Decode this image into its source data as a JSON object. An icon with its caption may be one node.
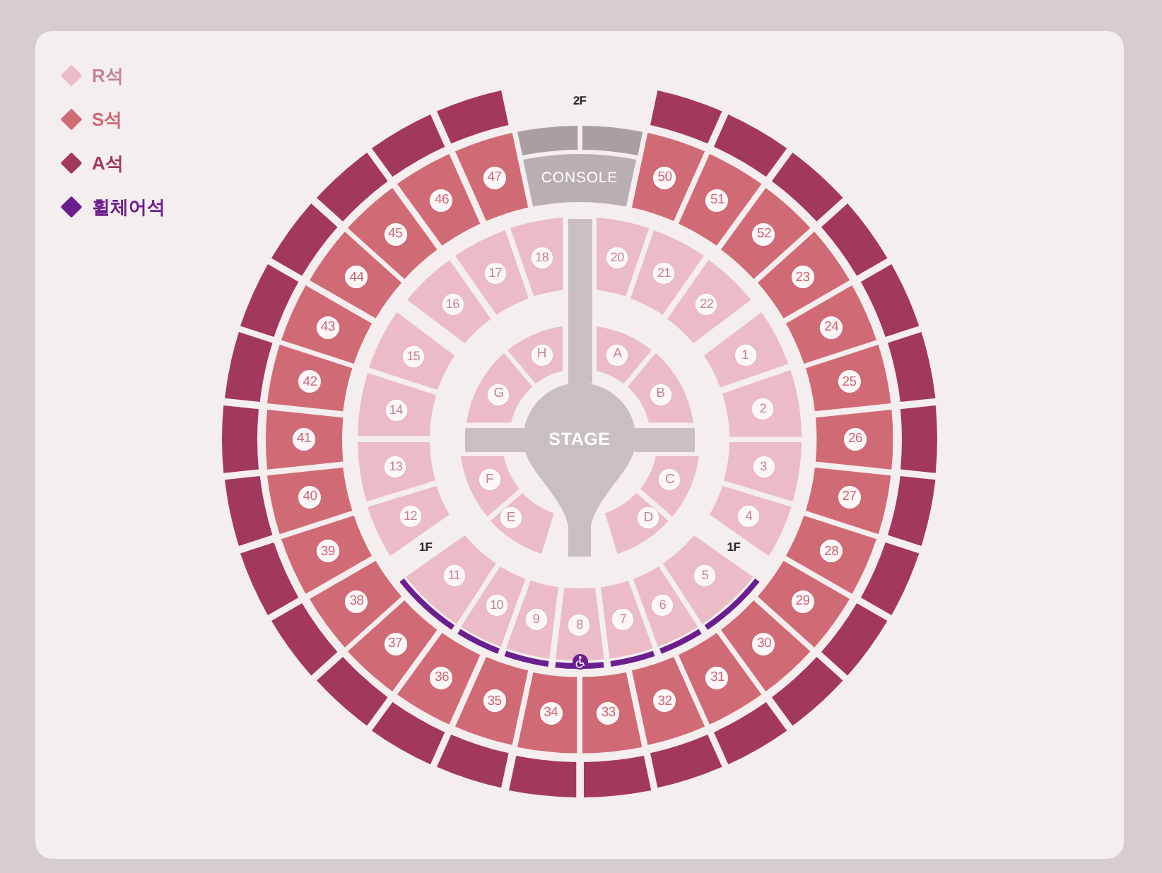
{
  "diagram": {
    "nodes": [
      {
        "text": [],
        "shape": "box"
      },
      {
        "text": [],
        "shape": "box"
      },
      {
        "text": [
          "CONSOLE"
        ]
      },
      {
        "text": [
          "23"
        ]
      },
      {
        "text": [
          "24"
        ]
      },
      {
        "text": [
          "25"
        ]
      },
      {
        "text": [
          "26"
        ]
      },
      {
        "text": [
          "27"
        ]
      },
      {
        "text": [
          "28"
        ]
      },
      {
        "text": [
          "29"
        ]
      },
      {
        "text": [
          "30"
        ]
      },
      {
        "text": [
          "31"
        ]
      },
      {
        "text": [
          "32"
        ]
      },
      {
        "text": [
          "33"
        ]
      },
      {
        "text": [
          "34"
        ]
      },
      {
        "text": [
          "35"
        ]
      },
      {
        "text": [
          "36"
        ]
      },
      {
        "text": [
          "37"
        ]
      },
      {
        "text": [
          "38"
        ]
      },
      {
        "text": [
          "39"
        ]
      },
      {
        "text": [
          "40"
        ]
      },
      {
        "text": [
          "41"
        ]
      },
      {
        "text": [
          "42"
        ]
      },
      {
        "text": [
          "43"
        ]
      },
      {
        "text": [
          "44"
        ]
      },
      {
        "text": [
          "45"
        ]
      },
      {
        "text": [
          "46"
        ]
      },
      {
        "text": [
          "47"
        ]
      },
      {
        "text": [
          "50"
        ]
      },
      {
        "text": [
          "51"
        ]
      },
      {
        "text": [
          "52"
        ]
      },
      {
        "text": [
          "1"
        ]
      },
      {
        "text": [
          "2"
        ]
      },
      {
        "text": [
          "3"
        ]
      },
      {
        "text": [
          "4"
        ]
      },
      {
        "text": [
          "5"
        ]
      },
      {
        "text": [
          "6"
        ]
      },
      {
        "text": [
          "7"
        ]
      },
      {
        "text": [
          "8"
        ]
      },
      {
        "text": [
          "9"
        ]
      },
      {
        "text": [
          "10"
        ]
      },
      {
        "text": [
          "11"
        ]
      },
      {
        "text": [
          "12"
        ]
      },
      {
        "text": [
          "13"
        ]
      },
      {
        "text": [
          "14"
        ]
      },
      {
        "text": [
          "15"
        ]
      },
      {
        "text": [
          "16"
        ]
      },
      {
        "text": [
          "17"
        ]
      },
      {
        "text": [
          "18"
        ]
      },
      {
        "text": [
          "20"
        ]
      },
      {
        "text": [
          "21"
        ]
      },
      {
        "text": [
          "22"
        ]
      },
      {
        "text": [
          "A"
        ]
      },
      {
        "text": [
          "B"
        ]
      },
      {
        "text": [
          "C"
        ]
      },
      {
        "text": [
          "D"
        ]
      },
      {
        "text": [
          "E"
        ]
      },
      {
        "text": [
          "F"
        ]
      },
      {
        "text": [
          "G"
        ]
      },
      {
        "text": [
          "H"
        ]
      },
      {
        "text": [
          "STAGE"
        ]
      },
      {
        "text": [],
        "shape": "bar"
      },
      {
        "text": [],
        "shape": "bar"
      },
      {
        "text": [],
        "shape": "bar"
      },
      {
        "text": [],
        "shape": "box"
      },
      {
        "text": [],
        "shape": "box"
      },
      {
        "text": [],
        "shape": "box"
      },
      {
        "text": [],
        "shape": "box"
      },
      {
        "text": [],
        "shape": "box"
      },
      {
        "text": [],
        "shape": "box"
      },
      {
        "text": [],
        "shape": "box"
      },
      {
        "text": [],
        "shape": "box"
      },
      {
        "text": [],
        "shape": "box"
      },
      {
        "text": [],
        "shape": "box"
      },
      {
        "text": [],
        "shape": "box"
      },
      {
        "text": [],
        "shape": "box"
      },
      {
        "text": [],
        "shape": "box"
      },
      {
        "text": [],
        "shape": "box"
      },
      {
        "text": [],
        "shape": "box"
      },
      {
        "text": [],
        "shape": "box"
      },
      {
        "text": [],
        "shape": "box"
      },
      {
        "text": [],
        "shape": "box"
      },
      {
        "text": [],
        "shape": "box"
      },
      {
        "text": [],
        "shape": "box"
      },
      {
        "text": [],
        "shape": "box"
      },
      {
        "text": [],
        "shape": "box"
      },
      {
        "text": [],
        "shape": "box"
      },
      {
        "text": [],
        "shape": "box"
      },
      {
        "text": [],
        "shape": "box"
      },
      {
        "text": [],
        "shape": "box"
      },
      {
        "text": [],
        "shape": "box"
      },
      {
        "text": [],
        "shape": "box"
      }
    ],
    "labels": [
      "2F",
      "1F",
      "1F"
    ],
    "legend": [
      {
        "text": "R석",
        "color": "#ebbcc6"
      },
      {
        "text": "S석",
        "color": "#d06b76"
      },
      {
        "text": "A석",
        "color": "#a3385f"
      },
      {
        "text": "휠체어석",
        "color": "#6b1f8f"
      }
    ]
  }
}
